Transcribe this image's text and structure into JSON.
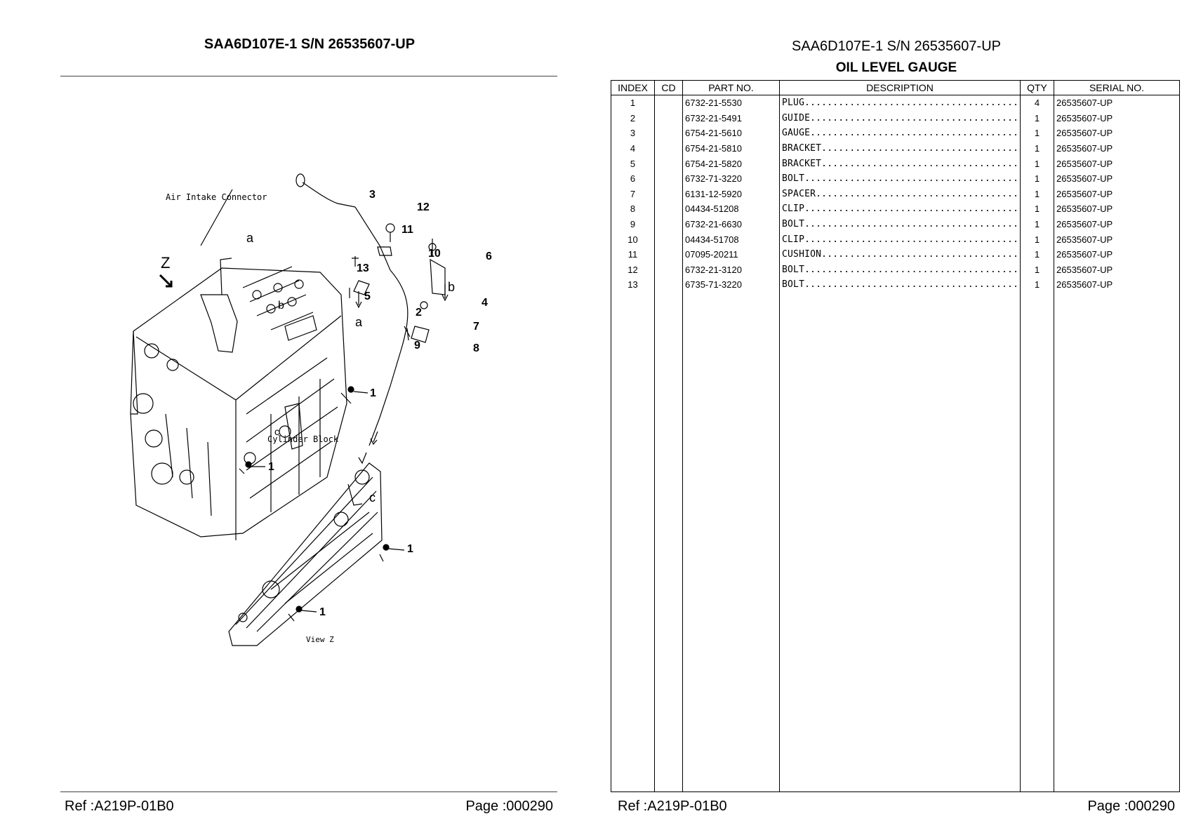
{
  "left": {
    "title": "SAA6D107E-1 S/N 26535607-UP",
    "labels": {
      "air_intake": "Air Intake Connector",
      "cylinder_block": "Cylinder Block",
      "view_z": "View Z",
      "z": "Z",
      "a": "a",
      "b": "b",
      "c": "c"
    },
    "callouts": [
      "1",
      "2",
      "3",
      "4",
      "5",
      "6",
      "7",
      "8",
      "9",
      "10",
      "11",
      "12",
      "13"
    ],
    "footer": {
      "ref": "Ref :A219P-01B0",
      "page": "Page :000290"
    }
  },
  "right": {
    "title": "SAA6D107E-1 S/N 26535607-UP",
    "subtitle": "OIL LEVEL GAUGE",
    "headers": {
      "index": "INDEX",
      "cd": "CD",
      "part_no": "PART NO.",
      "description": "DESCRIPTION",
      "qty": "QTY",
      "serial": "SERIAL NO."
    },
    "rows": [
      {
        "index": "1",
        "cd": "",
        "part_no": "6732-21-5530",
        "description": "PLUG......................................",
        "qty": "4",
        "serial": "26535607-UP"
      },
      {
        "index": "2",
        "cd": "",
        "part_no": "6732-21-5491",
        "description": "GUIDE.....................................",
        "qty": "1",
        "serial": "26535607-UP"
      },
      {
        "index": "3",
        "cd": "",
        "part_no": "6754-21-5610",
        "description": "GAUGE.....................................",
        "qty": "1",
        "serial": "26535607-UP"
      },
      {
        "index": "4",
        "cd": "",
        "part_no": "6754-21-5810",
        "description": "BRACKET...................................",
        "qty": "1",
        "serial": "26535607-UP"
      },
      {
        "index": "5",
        "cd": "",
        "part_no": "6754-21-5820",
        "description": "BRACKET...................................",
        "qty": "1",
        "serial": "26535607-UP"
      },
      {
        "index": "6",
        "cd": "",
        "part_no": "6732-71-3220",
        "description": "BOLT......................................",
        "qty": "1",
        "serial": "26535607-UP"
      },
      {
        "index": "7",
        "cd": "",
        "part_no": "6131-12-5920",
        "description": "SPACER....................................",
        "qty": "1",
        "serial": "26535607-UP"
      },
      {
        "index": "8",
        "cd": "",
        "part_no": "04434-51208",
        "description": "CLIP......................................",
        "qty": "1",
        "serial": "26535607-UP"
      },
      {
        "index": "9",
        "cd": "",
        "part_no": "6732-21-6630",
        "description": "BOLT......................................",
        "qty": "1",
        "serial": "26535607-UP"
      },
      {
        "index": "10",
        "cd": "",
        "part_no": "04434-51708",
        "description": "CLIP......................................",
        "qty": "1",
        "serial": "26535607-UP"
      },
      {
        "index": "11",
        "cd": "",
        "part_no": "07095-20211",
        "description": "CUSHION...................................",
        "qty": "1",
        "serial": "26535607-UP"
      },
      {
        "index": "12",
        "cd": "",
        "part_no": "6732-21-3120",
        "description": "BOLT......................................",
        "qty": "1",
        "serial": "26535607-UP"
      },
      {
        "index": "13",
        "cd": "",
        "part_no": "6735-71-3220",
        "description": "BOLT......................................",
        "qty": "1",
        "serial": "26535607-UP"
      }
    ],
    "footer": {
      "ref": "Ref :A219P-01B0",
      "page": "Page :000290"
    }
  }
}
